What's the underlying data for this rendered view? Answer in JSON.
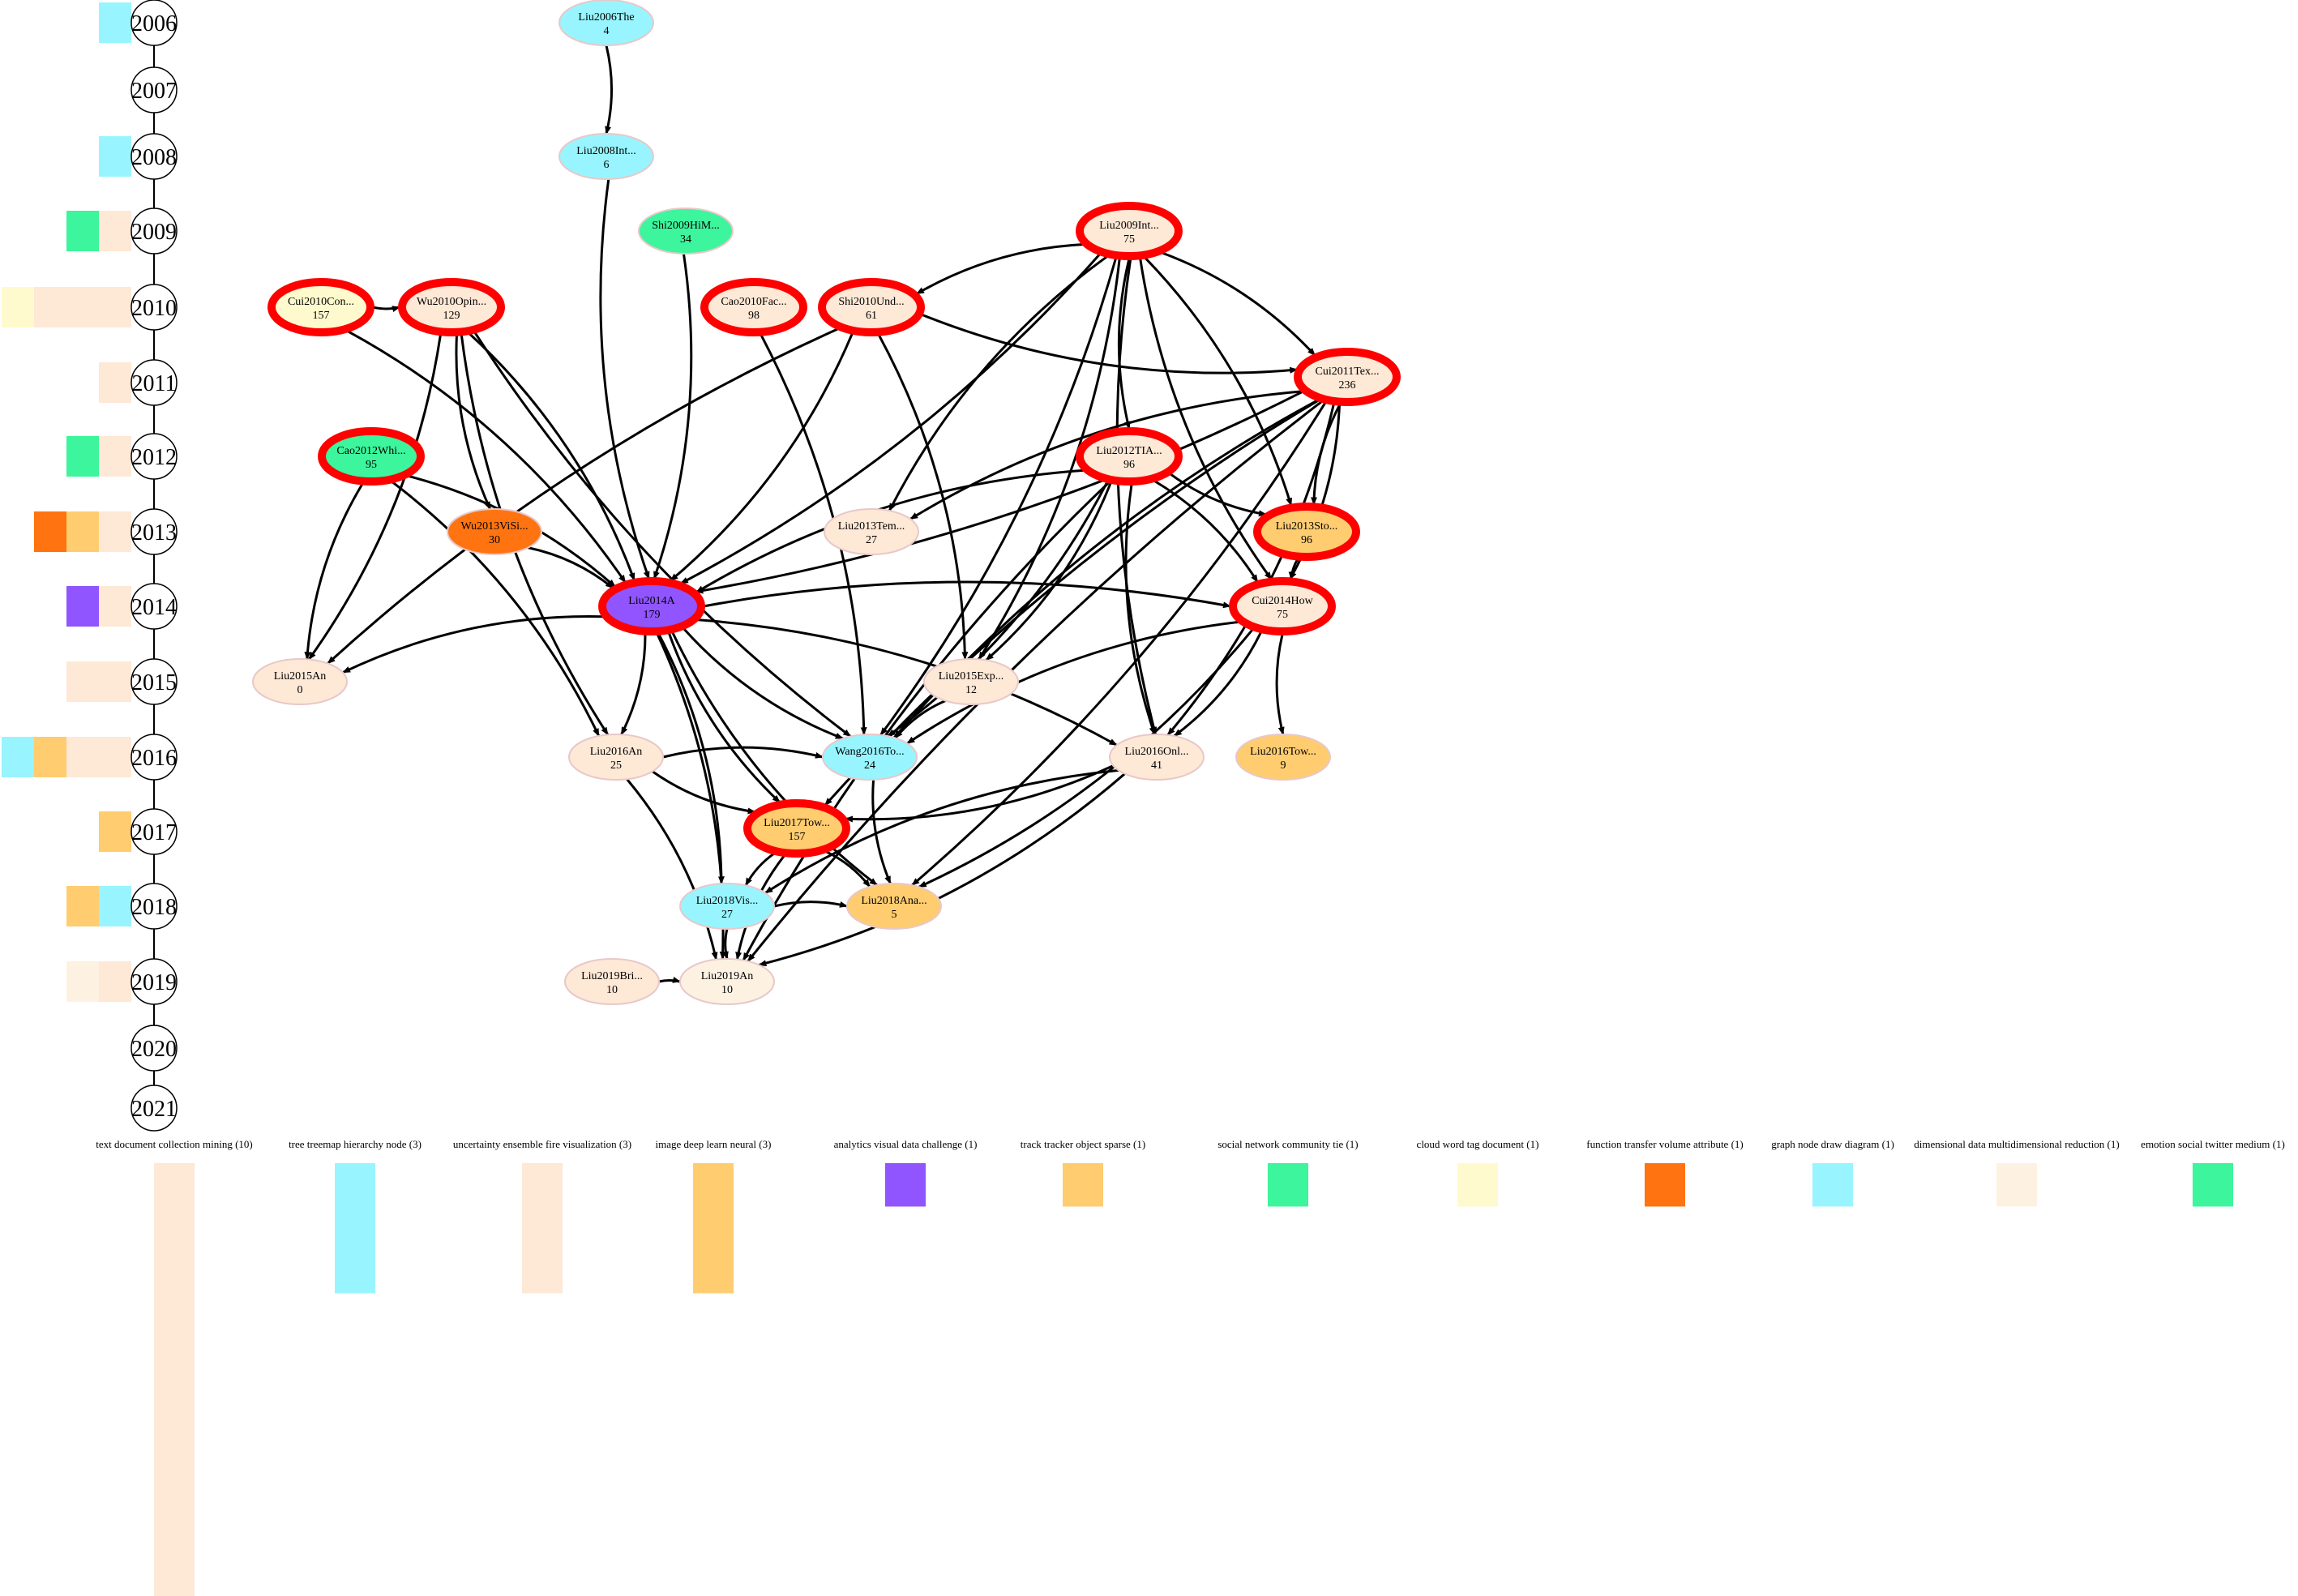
{
  "colors": {
    "edge": "#000000",
    "highlight_border": "#ff0000",
    "node_border": "#e8c8c8",
    "palette": {
      "peach": "#fee8d6",
      "cyan": "#98f5ff",
      "orange": "#ffcc70",
      "purple": "#9055ff",
      "green": "#3cf59c",
      "yellow": "#fffacd",
      "deep_orange": "#ff7410",
      "cream": "#fdf2e2"
    }
  },
  "timeline": {
    "years": [
      "2006",
      "2007",
      "2008",
      "2009",
      "2010",
      "2011",
      "2012",
      "2013",
      "2014",
      "2015",
      "2016",
      "2017",
      "2018",
      "2019",
      "2020",
      "2021"
    ],
    "swatches": {
      "2006": [
        "cyan"
      ],
      "2007": [],
      "2008": [
        "cyan"
      ],
      "2009": [
        "green",
        "peach"
      ],
      "2010": [
        "yellow",
        "peach",
        "peach",
        "peach"
      ],
      "2011": [
        "peach"
      ],
      "2012": [
        "green",
        "peach"
      ],
      "2013": [
        "deep_orange",
        "orange",
        "peach"
      ],
      "2014": [
        "purple",
        "peach"
      ],
      "2015": [
        "peach",
        "peach"
      ],
      "2016": [
        "cyan",
        "orange",
        "peach",
        "peach"
      ],
      "2017": [
        "orange"
      ],
      "2018": [
        "orange",
        "cyan"
      ],
      "2019": [
        "cream",
        "peach"
      ],
      "2020": [],
      "2021": []
    }
  },
  "nodes": [
    {
      "id": "Liu2006The",
      "label": "Liu2006The",
      "count": "4",
      "year": "2006",
      "color": "cyan",
      "highlight": false
    },
    {
      "id": "Liu2008Int",
      "label": "Liu2008Int...",
      "count": "6",
      "year": "2008",
      "color": "cyan",
      "highlight": false
    },
    {
      "id": "Shi2009HiM",
      "label": "Shi2009HiM...",
      "count": "34",
      "year": "2009",
      "color": "green",
      "highlight": false
    },
    {
      "id": "Liu2009Int",
      "label": "Liu2009Int...",
      "count": "75",
      "year": "2009",
      "color": "peach",
      "highlight": true
    },
    {
      "id": "Cui2010Con",
      "label": "Cui2010Con...",
      "count": "157",
      "year": "2010",
      "color": "yellow",
      "highlight": true
    },
    {
      "id": "Wu2010Opin",
      "label": "Wu2010Opin...",
      "count": "129",
      "year": "2010",
      "color": "peach",
      "highlight": true
    },
    {
      "id": "Cao2010Fac",
      "label": "Cao2010Fac...",
      "count": "98",
      "year": "2010",
      "color": "peach",
      "highlight": true
    },
    {
      "id": "Shi2010Und",
      "label": "Shi2010Und...",
      "count": "61",
      "year": "2010",
      "color": "peach",
      "highlight": true
    },
    {
      "id": "Cui2011Tex",
      "label": "Cui2011Tex...",
      "count": "236",
      "year": "2011",
      "color": "peach",
      "highlight": true
    },
    {
      "id": "Cao2012Whi",
      "label": "Cao2012Whi...",
      "count": "95",
      "year": "2012",
      "color": "green",
      "highlight": true
    },
    {
      "id": "Liu2012TIA",
      "label": "Liu2012TIA...",
      "count": "96",
      "year": "2012",
      "color": "peach",
      "highlight": true
    },
    {
      "id": "Wu2013ViSi",
      "label": "Wu2013ViSi...",
      "count": "30",
      "year": "2013",
      "color": "deep_orange",
      "highlight": false
    },
    {
      "id": "Liu2013Tem",
      "label": "Liu2013Tem...",
      "count": "27",
      "year": "2013",
      "color": "peach",
      "highlight": false
    },
    {
      "id": "Liu2013Sto",
      "label": "Liu2013Sto...",
      "count": "96",
      "year": "2013",
      "color": "orange",
      "highlight": true
    },
    {
      "id": "Liu2014A",
      "label": "Liu2014A",
      "count": "179",
      "year": "2014",
      "color": "purple",
      "highlight": true
    },
    {
      "id": "Cui2014How",
      "label": "Cui2014How",
      "count": "75",
      "year": "2014",
      "color": "peach",
      "highlight": true
    },
    {
      "id": "Liu2015An",
      "label": "Liu2015An",
      "count": "0",
      "year": "2015",
      "color": "peach",
      "highlight": false
    },
    {
      "id": "Liu2015Exp",
      "label": "Liu2015Exp...",
      "count": "12",
      "year": "2015",
      "color": "peach",
      "highlight": false
    },
    {
      "id": "Liu2016An",
      "label": "Liu2016An",
      "count": "25",
      "year": "2016",
      "color": "peach",
      "highlight": false
    },
    {
      "id": "Wang2016To",
      "label": "Wang2016To...",
      "count": "24",
      "year": "2016",
      "color": "cyan",
      "highlight": false
    },
    {
      "id": "Liu2016Onl",
      "label": "Liu2016Onl...",
      "count": "41",
      "year": "2016",
      "color": "peach",
      "highlight": false
    },
    {
      "id": "Liu2016Tow",
      "label": "Liu2016Tow...",
      "count": "9",
      "year": "2016",
      "color": "orange",
      "highlight": false
    },
    {
      "id": "Liu2017Tow",
      "label": "Liu2017Tow...",
      "count": "157",
      "year": "2017",
      "color": "orange",
      "highlight": true
    },
    {
      "id": "Liu2018Vis",
      "label": "Liu2018Vis...",
      "count": "27",
      "year": "2018",
      "color": "cyan",
      "highlight": false
    },
    {
      "id": "Liu2018Ana",
      "label": "Liu2018Ana...",
      "count": "5",
      "year": "2018",
      "color": "orange",
      "highlight": false
    },
    {
      "id": "Liu2019Bri",
      "label": "Liu2019Bri...",
      "count": "10",
      "year": "2019",
      "color": "peach",
      "highlight": false
    },
    {
      "id": "Liu2019An",
      "label": "Liu2019An",
      "count": "10",
      "year": "2019",
      "color": "cream",
      "highlight": false
    }
  ],
  "edges": [
    [
      "Liu2006The",
      "Liu2008Int"
    ],
    [
      "Liu2008Int",
      "Liu2014A"
    ],
    [
      "Shi2009HiM",
      "Liu2014A"
    ],
    [
      "Liu2009Int",
      "Shi2010Und"
    ],
    [
      "Liu2009Int",
      "Cui2011Tex"
    ],
    [
      "Liu2009Int",
      "Liu2012TIA"
    ],
    [
      "Liu2009Int",
      "Liu2013Sto"
    ],
    [
      "Liu2009Int",
      "Cui2014How"
    ],
    [
      "Liu2009Int",
      "Liu2014A"
    ],
    [
      "Liu2009Int",
      "Liu2013Tem"
    ],
    [
      "Liu2009Int",
      "Liu2015Exp"
    ],
    [
      "Liu2009Int",
      "Liu2016Onl"
    ],
    [
      "Liu2009Int",
      "Wang2016To"
    ],
    [
      "Cui2010Con",
      "Wu2010Opin"
    ],
    [
      "Cui2010Con",
      "Liu2014A"
    ],
    [
      "Wu2010Opin",
      "Wu2013ViSi"
    ],
    [
      "Wu2010Opin",
      "Liu2014A"
    ],
    [
      "Wu2010Opin",
      "Wang2016To"
    ],
    [
      "Wu2010Opin",
      "Liu2015An"
    ],
    [
      "Wu2010Opin",
      "Liu2016An"
    ],
    [
      "Cao2010Fac",
      "Wang2016To"
    ],
    [
      "Shi2010Und",
      "Cui2011Tex"
    ],
    [
      "Shi2010Und",
      "Liu2014A"
    ],
    [
      "Shi2010Und",
      "Liu2015An"
    ],
    [
      "Shi2010Und",
      "Liu2015Exp"
    ],
    [
      "Cui2011Tex",
      "Liu2013Sto"
    ],
    [
      "Cui2011Tex",
      "Cui2014How"
    ],
    [
      "Cui2011Tex",
      "Liu2013Tem"
    ],
    [
      "Cui2011Tex",
      "Liu2014A"
    ],
    [
      "Cui2011Tex",
      "Wang2016To"
    ],
    [
      "Cui2011Tex",
      "Liu2016Onl"
    ],
    [
      "Cui2011Tex",
      "Liu2017Tow"
    ],
    [
      "Cui2011Tex",
      "Liu2018Ana"
    ],
    [
      "Cui2011Tex",
      "Liu2019An"
    ],
    [
      "Cao2012Whi",
      "Liu2014A"
    ],
    [
      "Cao2012Whi",
      "Liu2015An"
    ],
    [
      "Cao2012Whi",
      "Liu2016An"
    ],
    [
      "Liu2012TIA",
      "Liu2013Sto"
    ],
    [
      "Liu2012TIA",
      "Cui2014How"
    ],
    [
      "Liu2012TIA",
      "Liu2014A"
    ],
    [
      "Liu2012TIA",
      "Liu2015Exp"
    ],
    [
      "Liu2012TIA",
      "Liu2016Onl"
    ],
    [
      "Liu2012TIA",
      "Wang2016To"
    ],
    [
      "Liu2012TIA",
      "Liu2019An"
    ],
    [
      "Wu2013ViSi",
      "Liu2014A"
    ],
    [
      "Liu2013Sto",
      "Cui2014How"
    ],
    [
      "Liu2014A",
      "Cui2014How"
    ],
    [
      "Liu2014A",
      "Liu2015An"
    ],
    [
      "Liu2014A",
      "Liu2016An"
    ],
    [
      "Liu2014A",
      "Wang2016To"
    ],
    [
      "Liu2014A",
      "Liu2016Onl"
    ],
    [
      "Liu2014A",
      "Liu2017Tow"
    ],
    [
      "Liu2014A",
      "Liu2018Vis"
    ],
    [
      "Liu2014A",
      "Liu2018Ana"
    ],
    [
      "Liu2014A",
      "Liu2019An"
    ],
    [
      "Cui2014How",
      "Wang2016To"
    ],
    [
      "Cui2014How",
      "Liu2016Onl"
    ],
    [
      "Cui2014How",
      "Liu2016Tow"
    ],
    [
      "Cui2014How",
      "Liu2018Ana"
    ],
    [
      "Liu2015Exp",
      "Wang2016To"
    ],
    [
      "Liu2016An",
      "Wang2016To"
    ],
    [
      "Liu2016An",
      "Liu2017Tow"
    ],
    [
      "Liu2016An",
      "Liu2019An"
    ],
    [
      "Wang2016To",
      "Liu2018Ana"
    ],
    [
      "Liu2016Onl",
      "Liu2017Tow"
    ],
    [
      "Liu2016Onl",
      "Liu2018Vis"
    ],
    [
      "Liu2016Onl",
      "Liu2019An"
    ],
    [
      "Liu2017Tow",
      "Liu2018Vis"
    ],
    [
      "Liu2017Tow",
      "Liu2018Ana"
    ],
    [
      "Liu2017Tow",
      "Liu2019An"
    ],
    [
      "Liu2018Vis",
      "Liu2018Ana"
    ],
    [
      "Liu2018Vis",
      "Liu2019An"
    ],
    [
      "Liu2019Bri",
      "Liu2019An"
    ]
  ],
  "legend": [
    {
      "label": "text document collection mining (10)",
      "color": "peach",
      "size": 10
    },
    {
      "label": "tree treemap hierarchy node (3)",
      "color": "cyan",
      "size": 3
    },
    {
      "label": "uncertainty ensemble fire visualization (3)",
      "color": "peach",
      "size": 3
    },
    {
      "label": "image deep learn neural (3)",
      "color": "orange",
      "size": 3
    },
    {
      "label": "analytics visual data challenge (1)",
      "color": "purple",
      "size": 1
    },
    {
      "label": "track tracker object sparse (1)",
      "color": "orange",
      "size": 1
    },
    {
      "label": "social network community tie (1)",
      "color": "green",
      "size": 1
    },
    {
      "label": "cloud word tag document (1)",
      "color": "yellow",
      "size": 1
    },
    {
      "label": "function transfer volume attribute (1)",
      "color": "deep_orange",
      "size": 1
    },
    {
      "label": "graph node draw diagram (1)",
      "color": "cyan",
      "size": 1
    },
    {
      "label": "dimensional data multidimensional reduction (1)",
      "color": "cream",
      "size": 1
    },
    {
      "label": "emotion social twitter medium (1)",
      "color": "green",
      "size": 1
    }
  ]
}
